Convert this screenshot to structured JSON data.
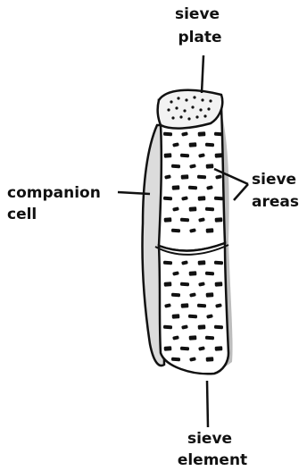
{
  "labels": {
    "sieve_plate": [
      "sieve",
      "plate"
    ],
    "companion_cell": [
      "companion",
      "cell"
    ],
    "sieve_areas": [
      "sieve",
      "areas"
    ],
    "sieve_element": [
      "sieve",
      "element"
    ]
  },
  "colors": {
    "ink": "#111111",
    "paper": "#ffffff",
    "shade": "#dcdcdc"
  }
}
